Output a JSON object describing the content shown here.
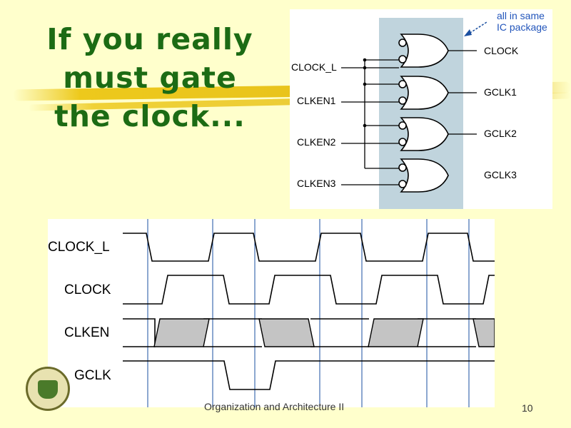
{
  "title": {
    "line1": "If you really",
    "line2": "must gate",
    "line3": "the clock..."
  },
  "gate_diagram": {
    "note_line1": "all in same",
    "note_line2": "IC package",
    "inputs": [
      "CLOCK_L",
      "CLKEN1",
      "CLKEN2",
      "CLKEN3"
    ],
    "outputs": [
      "CLOCK",
      "GCLK1",
      "GCLK2",
      "GCLK3"
    ]
  },
  "timing_diagram": {
    "signals": [
      "CLOCK_L",
      "CLOCK",
      "CLKEN",
      "GCLK"
    ]
  },
  "footer": {
    "text": "Organization and Architecture II",
    "page": "10"
  },
  "colors": {
    "title": "#1c6b14",
    "background": "#ffffcc",
    "package_shade": "#c0d4dd",
    "note_blue": "#2255bb",
    "marker_blue": "#1a4fa0",
    "clken_fill": "#c4c4c4"
  }
}
